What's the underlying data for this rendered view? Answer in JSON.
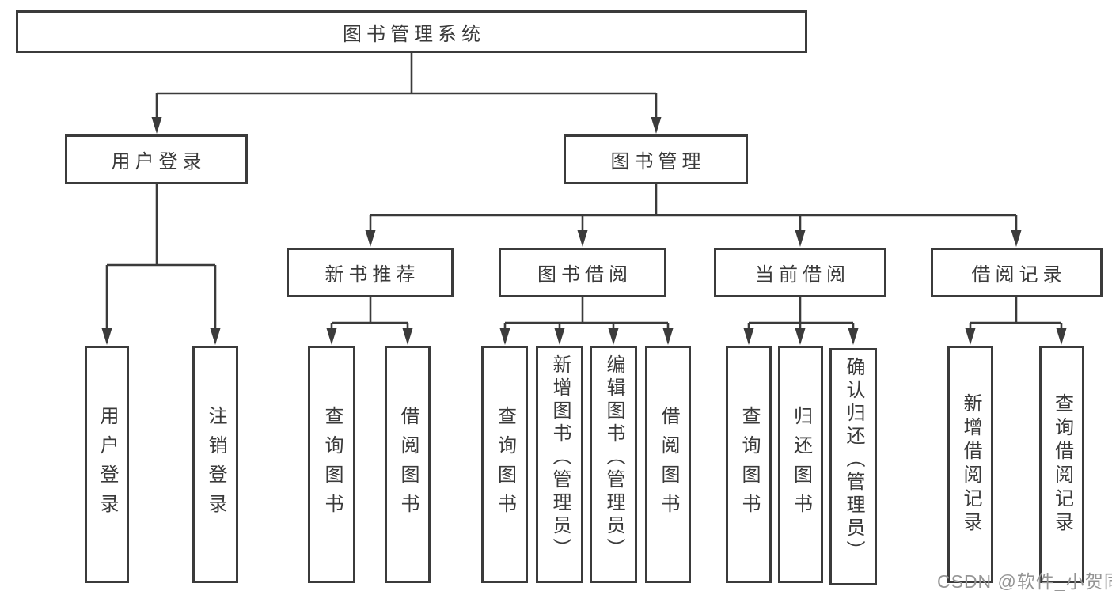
{
  "tree": {
    "label": "图书管理系统",
    "children": [
      {
        "label": "用户登录",
        "children": [
          {
            "label": "用户登录"
          },
          {
            "label": "注销登录"
          }
        ]
      },
      {
        "label": "图书管理",
        "children": [
          {
            "label": "新书推荐",
            "children": [
              {
                "label": "查询图书"
              },
              {
                "label": "借阅图书"
              }
            ]
          },
          {
            "label": "图书借阅",
            "children": [
              {
                "label": "查询图书"
              },
              {
                "label": "新增图书（管理员）"
              },
              {
                "label": "编辑图书（管理员）"
              },
              {
                "label": "借阅图书"
              }
            ]
          },
          {
            "label": "当前借阅",
            "children": [
              {
                "label": "查询图书"
              },
              {
                "label": "归还图书"
              },
              {
                "label": "确认归还（管理员）"
              }
            ]
          },
          {
            "label": "借阅记录",
            "children": [
              {
                "label": "新增借阅记录"
              },
              {
                "label": "查询借阅记录"
              }
            ]
          }
        ]
      }
    ]
  },
  "watermark": {
    "text": "CSDN @软件_小贺同学"
  },
  "colors": {
    "line": "#3b3b3b",
    "text": "#3a3a3a",
    "box_background": "#ffffff",
    "watermark": "#949494",
    "page_background": "#ffffff"
  }
}
